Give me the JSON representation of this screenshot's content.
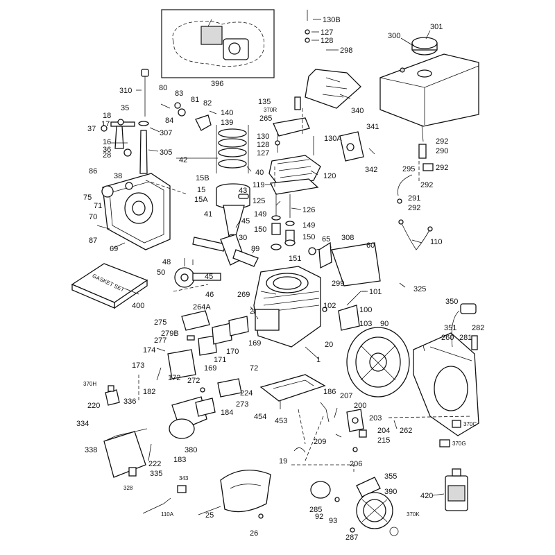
{
  "labels": {
    "p130B": "130B",
    "p127a": "127",
    "p128a": "128",
    "p298": "298",
    "p300": "300",
    "p301": "301",
    "p396": "396",
    "p310": "310",
    "p80": "80",
    "p83": "83",
    "p81": "81",
    "p82": "82",
    "p84": "84",
    "p139": "139",
    "p140": "140",
    "p135": "135",
    "p370R": "370R",
    "p265": "265",
    "p340": "340",
    "p18": "18",
    "p35": "35",
    "p17": "17",
    "p37": "37",
    "p307": "307",
    "p16": "16",
    "p36": "36",
    "p28": "28",
    "p305": "305",
    "p42": "42",
    "p40": "40",
    "p130": "130",
    "p128b": "128",
    "p127b": "127",
    "p130A": "130A",
    "p341": "341",
    "p292a": "292",
    "p290": "290",
    "p292b": "292",
    "p342": "342",
    "p120": "120",
    "p86": "86",
    "p38": "38",
    "p15B": "15B",
    "p15": "15",
    "p15A": "15A",
    "p119": "119",
    "p295": "295",
    "p292c": "292",
    "p75": "75",
    "p71": "71",
    "p43": "43",
    "p125": "125",
    "p126": "126",
    "p291": "291",
    "p292d": "292",
    "p70": "70",
    "p41": "41",
    "p45a": "45",
    "p149a": "149",
    "p149b": "149",
    "p87": "87",
    "p150a": "150",
    "p150b": "150",
    "p308": "308",
    "p65": "65",
    "p30": "30",
    "p110": "110",
    "p69": "69",
    "p89": "89",
    "p151": "151",
    "p60": "60",
    "p48": "48",
    "p50": "50",
    "p45b": "45",
    "p299": "299",
    "p325": "325",
    "p101": "101",
    "p400": "400",
    "p46": "46",
    "p269": "269",
    "p2": "2",
    "p350": "350",
    "p102": "102",
    "p264A": "264A",
    "p100": "100",
    "p275": "275",
    "p282": "282",
    "p20": "20",
    "p103": "103",
    "p90": "90",
    "p351": "351",
    "p260": "260",
    "p279B": "279B",
    "p277": "277",
    "p281": "281",
    "p174": "174",
    "p171": "171",
    "p169a": "169",
    "p170": "170",
    "p169b": "169",
    "p72": "72",
    "p1": "1",
    "p173": "173",
    "p172": "172",
    "p370H": "370H",
    "p272": "272",
    "p224": "224",
    "p186": "186",
    "p182": "182",
    "p207": "207",
    "p220": "220",
    "p336": "336",
    "p273": "273",
    "p200": "200",
    "p184": "184",
    "p454": "454",
    "p453": "453",
    "p203": "203",
    "p262": "262",
    "p370C": "370C",
    "p334": "334",
    "p204": "204",
    "p209": "209",
    "p215": "215",
    "p370G": "370G",
    "p338": "338",
    "p222": "222",
    "p183": "183",
    "p380": "380",
    "p206": "206",
    "p19": "19",
    "p335": "335",
    "p328": "328",
    "p343": "343",
    "p355": "355",
    "p420": "420",
    "p390": "390",
    "p110A": "110A",
    "p285": "285",
    "p25": "25",
    "p92": "92",
    "p93": "93",
    "p370K": "370K",
    "p26": "26",
    "p287": "287"
  },
  "gasket_set_text": "GASKET SET"
}
